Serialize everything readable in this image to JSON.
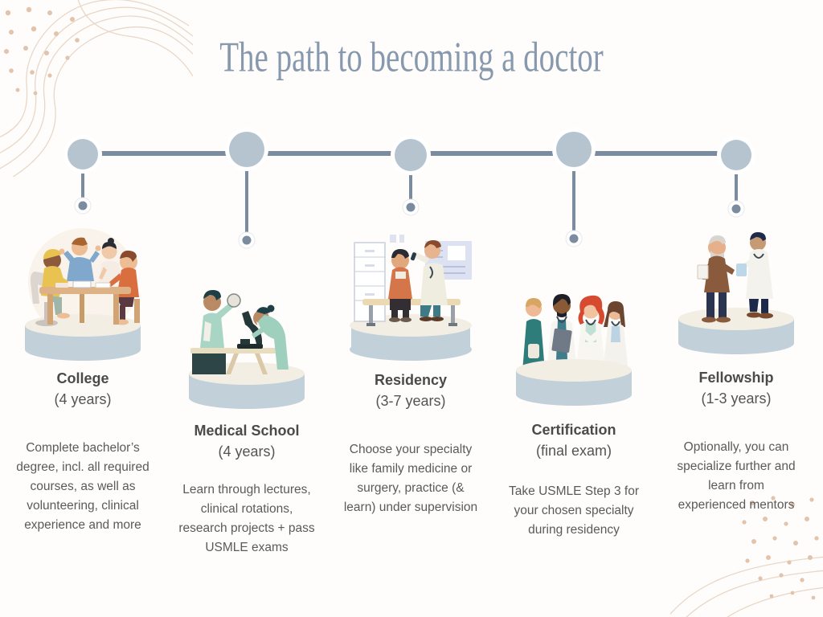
{
  "title": "The path to becoming a doctor",
  "stages": [
    {
      "name": "College",
      "duration": "(4 years)",
      "description": "Complete bachelor’s degree, incl. all required courses, as well as volunteering, clinical experience and more",
      "illustration": "students-studying-around-table"
    },
    {
      "name": "Medical School",
      "duration": "(4 years)",
      "description": "Learn through lectures, clinical rotations, research projects + pass USMLE exams",
      "illustration": "lab-scientists-with-microscope"
    },
    {
      "name": "Residency",
      "duration": "(3-7 years)",
      "description": "Choose your specialty like family medicine or surgery, practice (& learn) under supervision",
      "illustration": "doctor-examining-patient"
    },
    {
      "name": "Certification",
      "duration": "(final exam)",
      "description": "Take USMLE Step 3 for your chosen specialty during residency",
      "illustration": "team-of-doctors"
    },
    {
      "name": "Fellowship",
      "duration": "(1-3 years)",
      "description": "Optionally, you can specialize further and learn from experienced mentors",
      "illustration": "doctor-mentoring-senior-colleague"
    }
  ],
  "palette": {
    "background": "#fffdfb",
    "title_text": "#8799ae",
    "timeline_line": "#7b8ca0",
    "timeline_node_fill": "#b5c4cf",
    "platform_top": "#f3eee3",
    "platform_side": "#c2d0d9",
    "heading_text": "#4a4a4a",
    "body_text": "#5a5a5a",
    "decoration_line": "#e8d7c8",
    "decoration_dot": "#e2c3ac"
  }
}
